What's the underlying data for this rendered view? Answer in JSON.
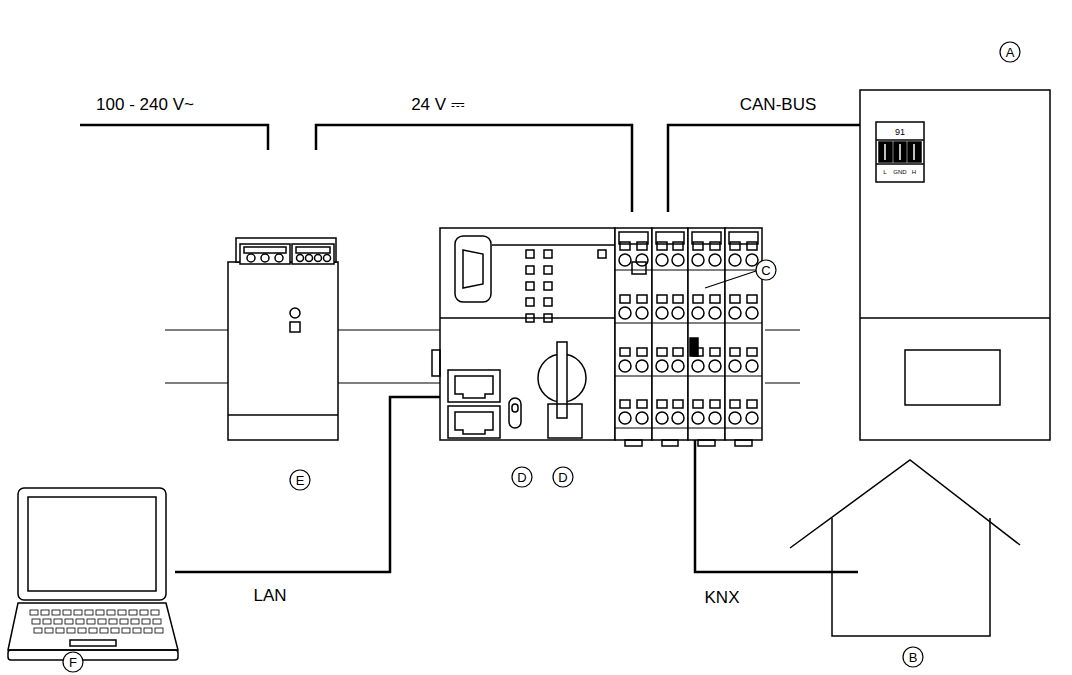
{
  "diagram": {
    "labels": [
      "100 - 240 V~",
      "24 V ⎓",
      "CAN-BUS",
      "A",
      "91",
      "L",
      "GND",
      "H",
      "C",
      "LAN",
      "D",
      "D",
      "E",
      "KNX",
      "B",
      "F"
    ]
  }
}
